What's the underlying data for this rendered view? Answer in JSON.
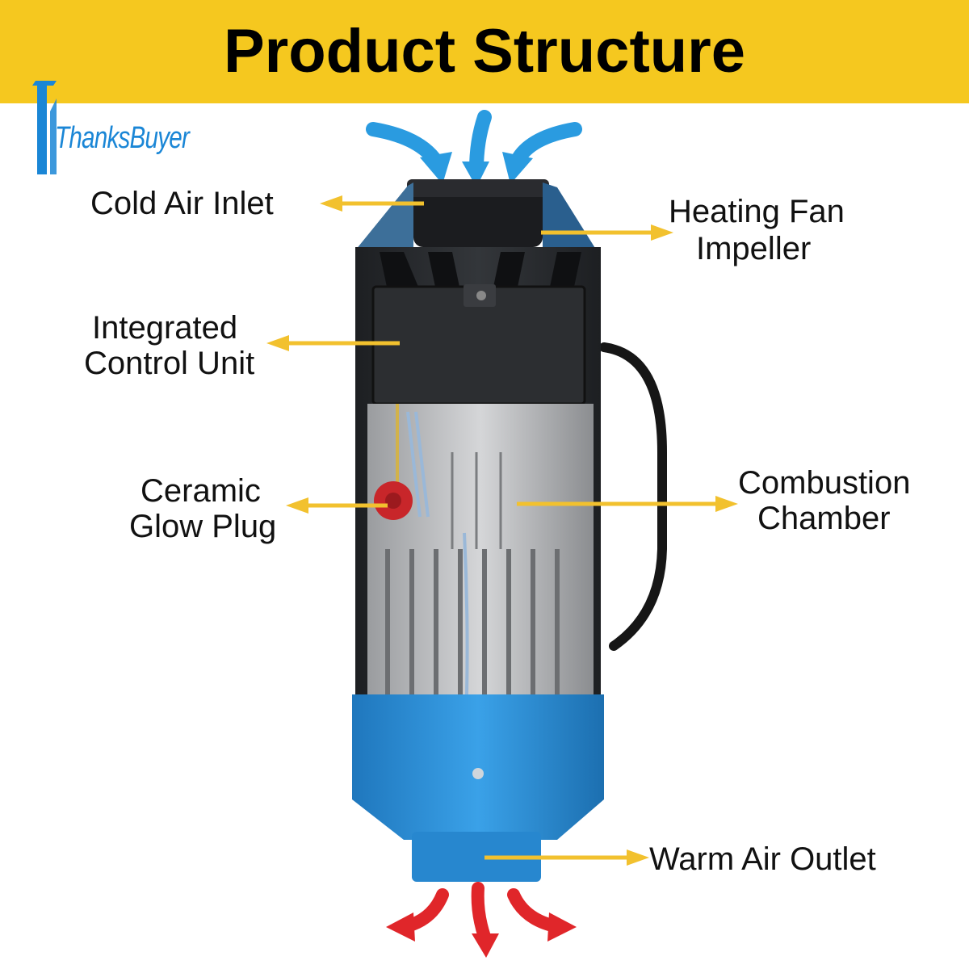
{
  "header": {
    "title": "Product Structure",
    "background": "#f5c81f"
  },
  "logo": {
    "text": "ThanksBuyer",
    "color": "#1a86d6"
  },
  "labels": {
    "cold_air_inlet": "Cold Air Inlet",
    "heating_fan_line1": "Heating Fan",
    "heating_fan_line2": "Impeller",
    "control_line1": "Integrated",
    "control_line2": "Control Unit",
    "glow_line1": "Ceramic",
    "glow_line2": "Glow Plug",
    "combustion_line1": "Combustion",
    "combustion_line2": "Chamber",
    "warm_air_outlet": "Warm Air Outlet"
  },
  "colors": {
    "pointer_arrow": "#f2c12e",
    "inlet_arrow": "#2a9be0",
    "outlet_arrow": "#e0262a",
    "housing_blue": "#2a8ed8"
  }
}
